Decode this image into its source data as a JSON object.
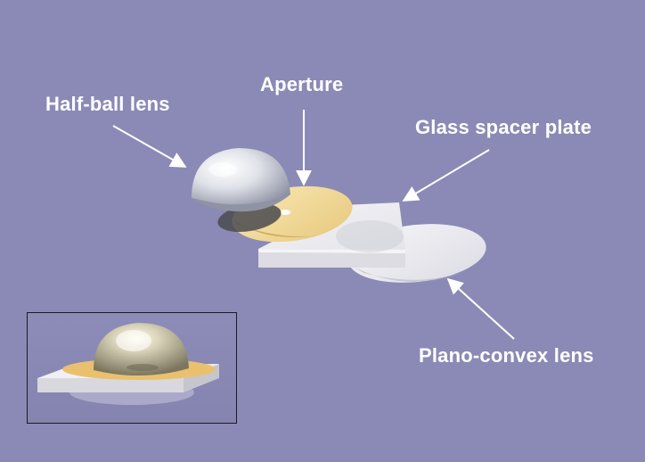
{
  "labels": {
    "half_ball_lens": "Half-ball lens",
    "aperture": "Aperture",
    "glass_spacer_plate": "Glass spacer plate",
    "plano_convex_lens": "Plano-convex lens"
  },
  "colors": {
    "background": "#8b8ab6",
    "label_text": "#ffffff",
    "arrow": "#ffffff",
    "aperture_gold": "#f0d89a",
    "glass_white": "#eeeeee",
    "lens_silver": "#d9dde4"
  }
}
